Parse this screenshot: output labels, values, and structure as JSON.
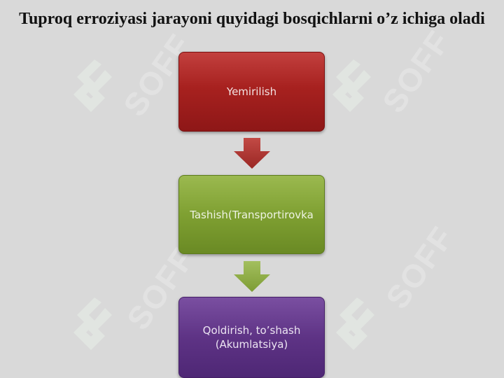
{
  "title": "Tuproq erroziyasi jarayoni quyidagi bosqichlarni o’z ichiga oladi",
  "steps": [
    {
      "label": "Yemirilish",
      "color": "#a7211f"
    },
    {
      "label": "Tashish(Transportirovka",
      "color": "#7fa032"
    },
    {
      "label": "Qoldirish, to’shash\n(Akumlatsiya)",
      "color": "#5e3385"
    }
  ],
  "arrows": [
    {
      "color": "#b23a36"
    },
    {
      "color": "#8fb041"
    }
  ],
  "watermark": {
    "text": "SOFF",
    "color": "#ebebeb",
    "icon": "soff-logo-icon"
  }
}
